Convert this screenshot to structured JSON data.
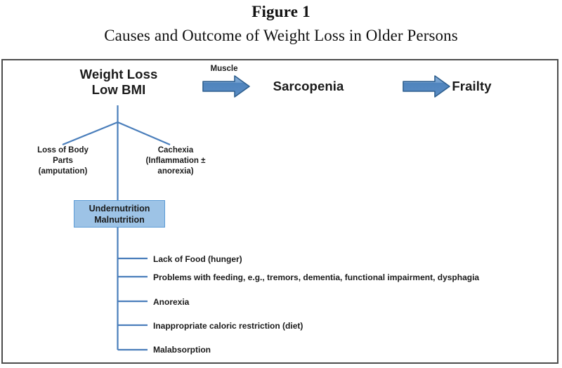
{
  "title": {
    "figure_number": "Figure 1",
    "caption": "Causes and Outcome of Weight Loss in Older Persons"
  },
  "diagram": {
    "root": {
      "line1": "Weight Loss",
      "line2": "Low BMI"
    },
    "chain": {
      "arrow1_label": "Muscle",
      "node1": "Sarcopenia",
      "arrow2_label": "",
      "node2": "Frailty"
    },
    "branches": [
      {
        "name": "loss-of-body-parts",
        "lines": [
          "Loss of Body",
          "Parts",
          "(amputation)"
        ]
      },
      {
        "name": "cachexia",
        "lines": [
          "Cachexia",
          "(Inflammation ±",
          "anorexia)"
        ]
      }
    ],
    "center_box": {
      "line1": "Undernutrition",
      "line2": "Malnutrition"
    },
    "causes": [
      "Lack of Food (hunger)",
      "Problems with feeding, e.g., tremors, dementia, functional impairment, dysphagia",
      "Anorexia",
      "Inappropriate caloric restriction (diet)",
      "Malabsorption"
    ]
  },
  "colors": {
    "connector_blue": "#4a7ebb",
    "arrow_fill": "#5b8fc9",
    "arrow_stroke": "#2e5f8e",
    "box_fill": "#9dc3e6",
    "box_stroke": "#5b9bd5",
    "frame_border": "#4c4c4c",
    "text": "#1a1a1a"
  }
}
